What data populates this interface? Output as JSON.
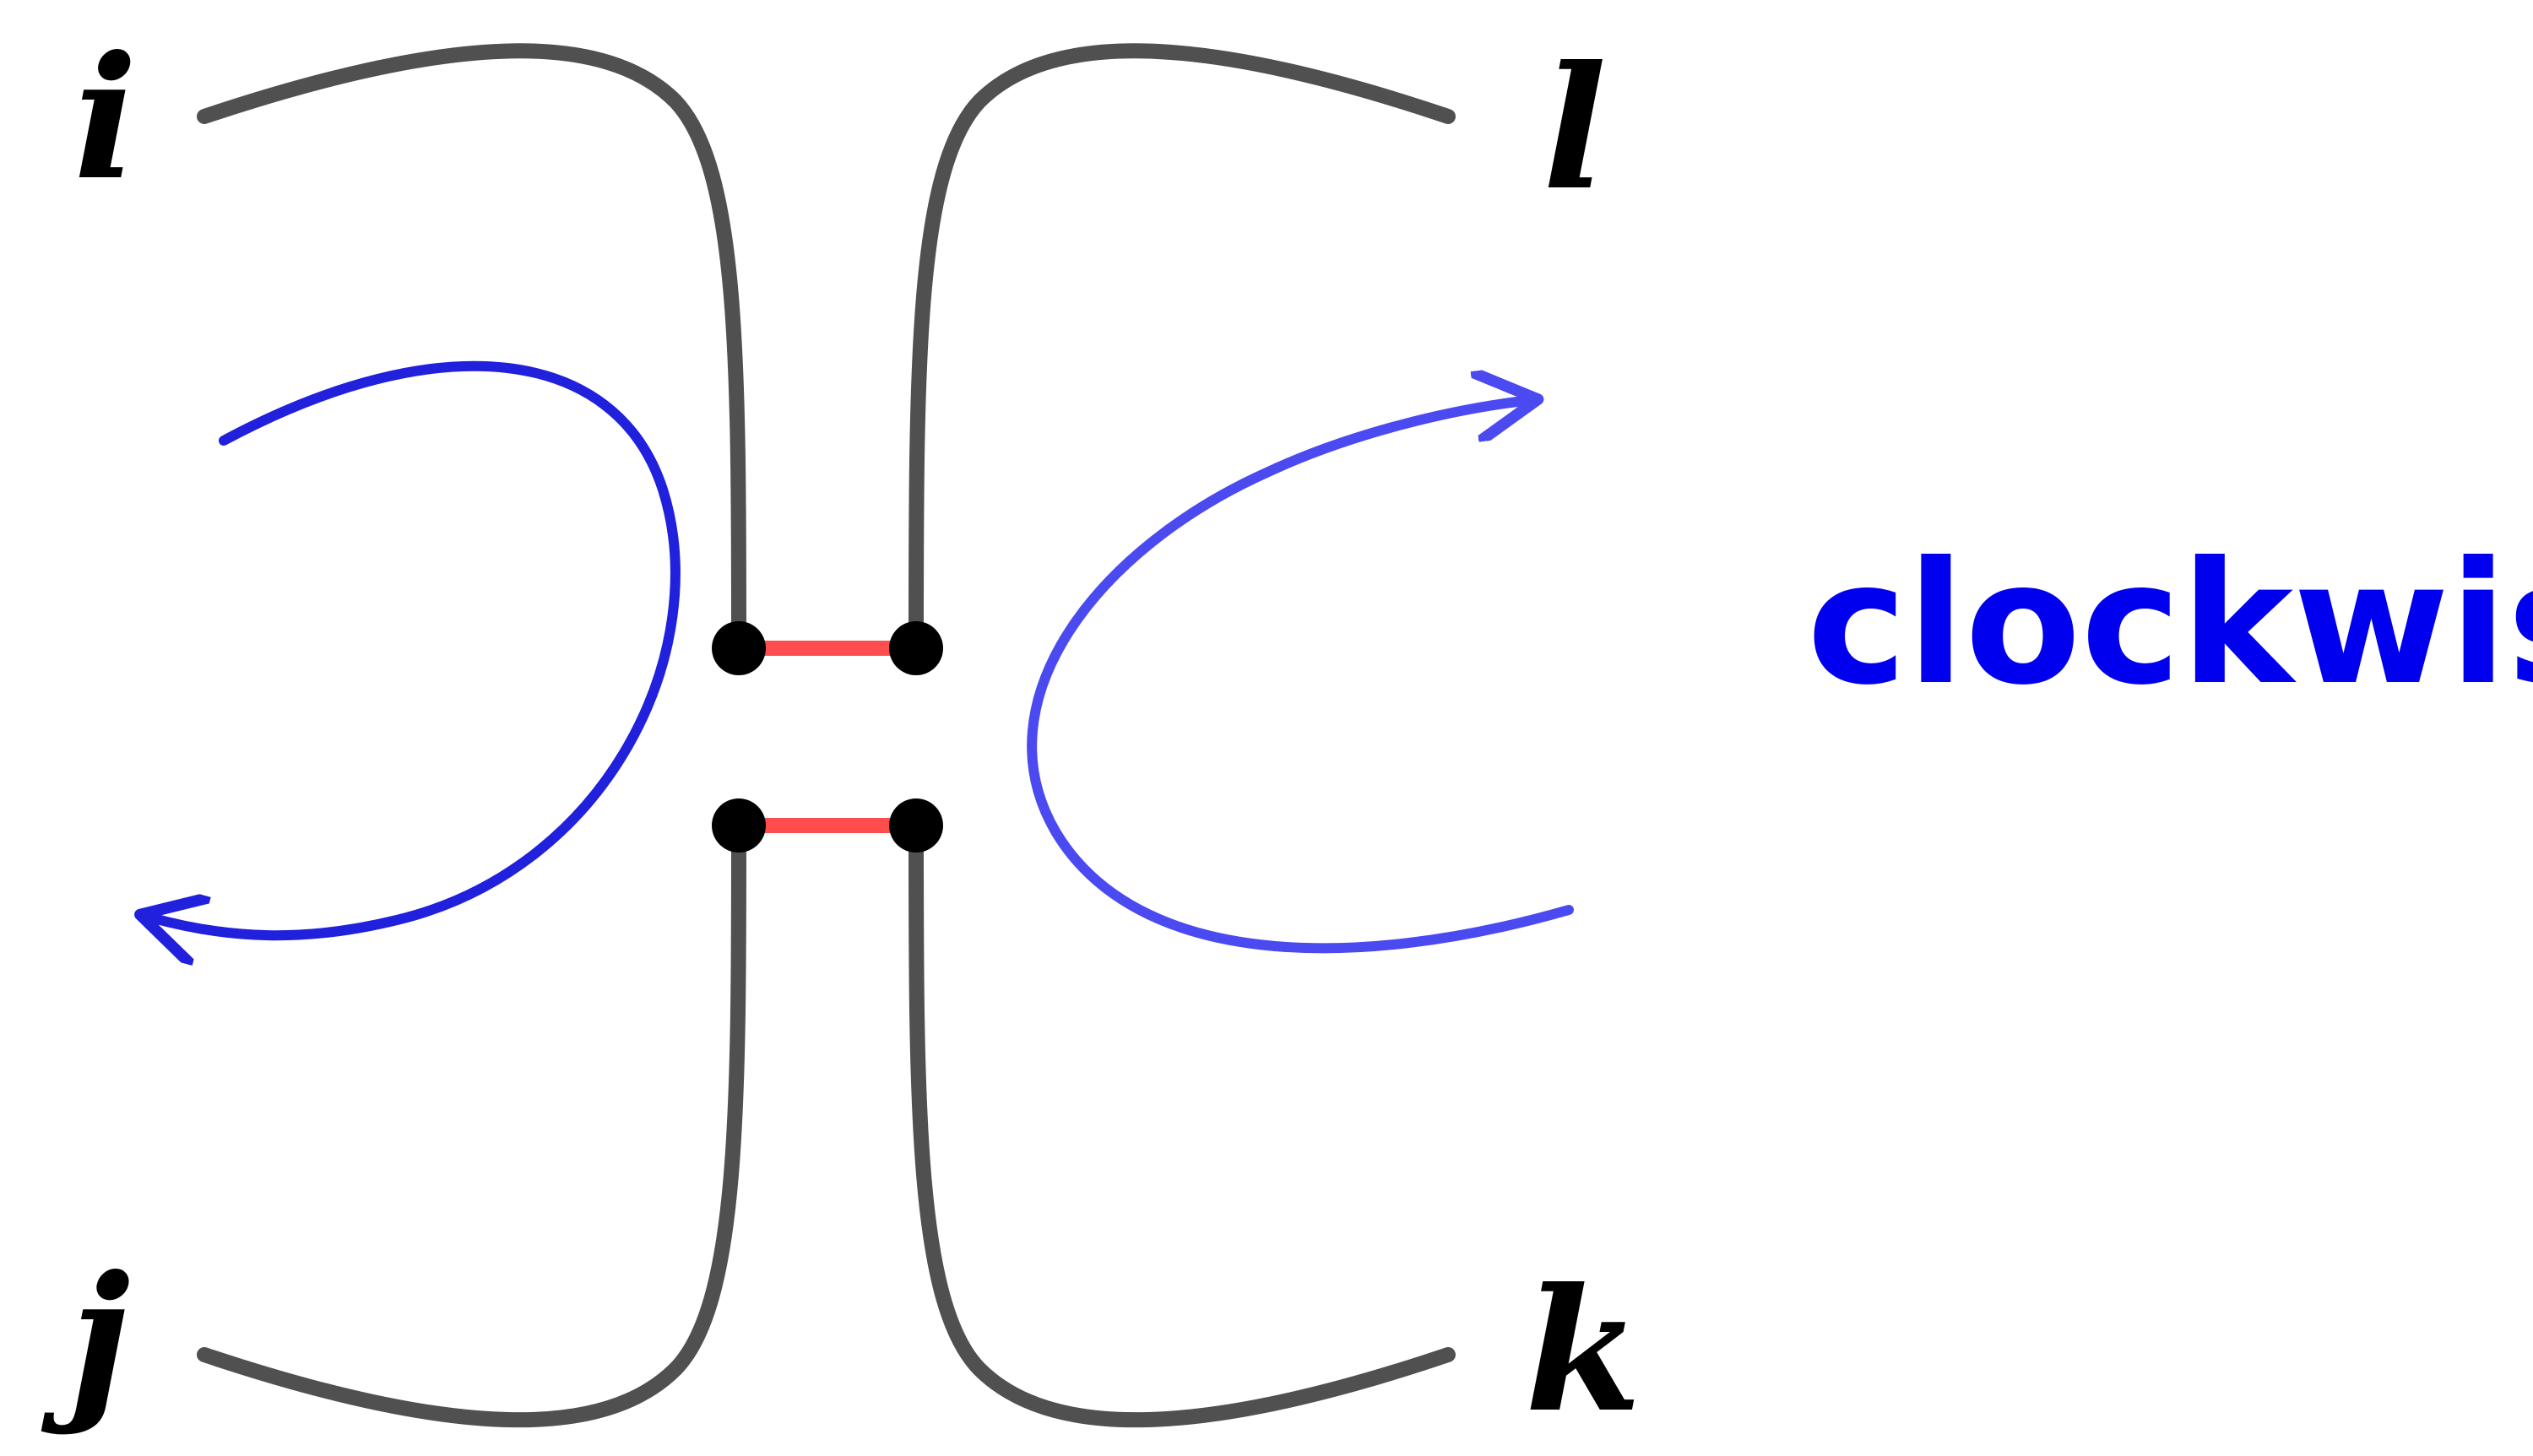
{
  "diagram": {
    "labels": {
      "top_left": "i",
      "top_right": "l",
      "bottom_left": "j",
      "bottom_right": "k"
    },
    "caption": "clockwise"
  },
  "colors": {
    "strand": "#505050",
    "link": "#ff4d4d",
    "vertex": "#000000",
    "arrow_left": "#2020dd",
    "arrow_right": "#4a4af0",
    "caption": "#0000ee"
  }
}
